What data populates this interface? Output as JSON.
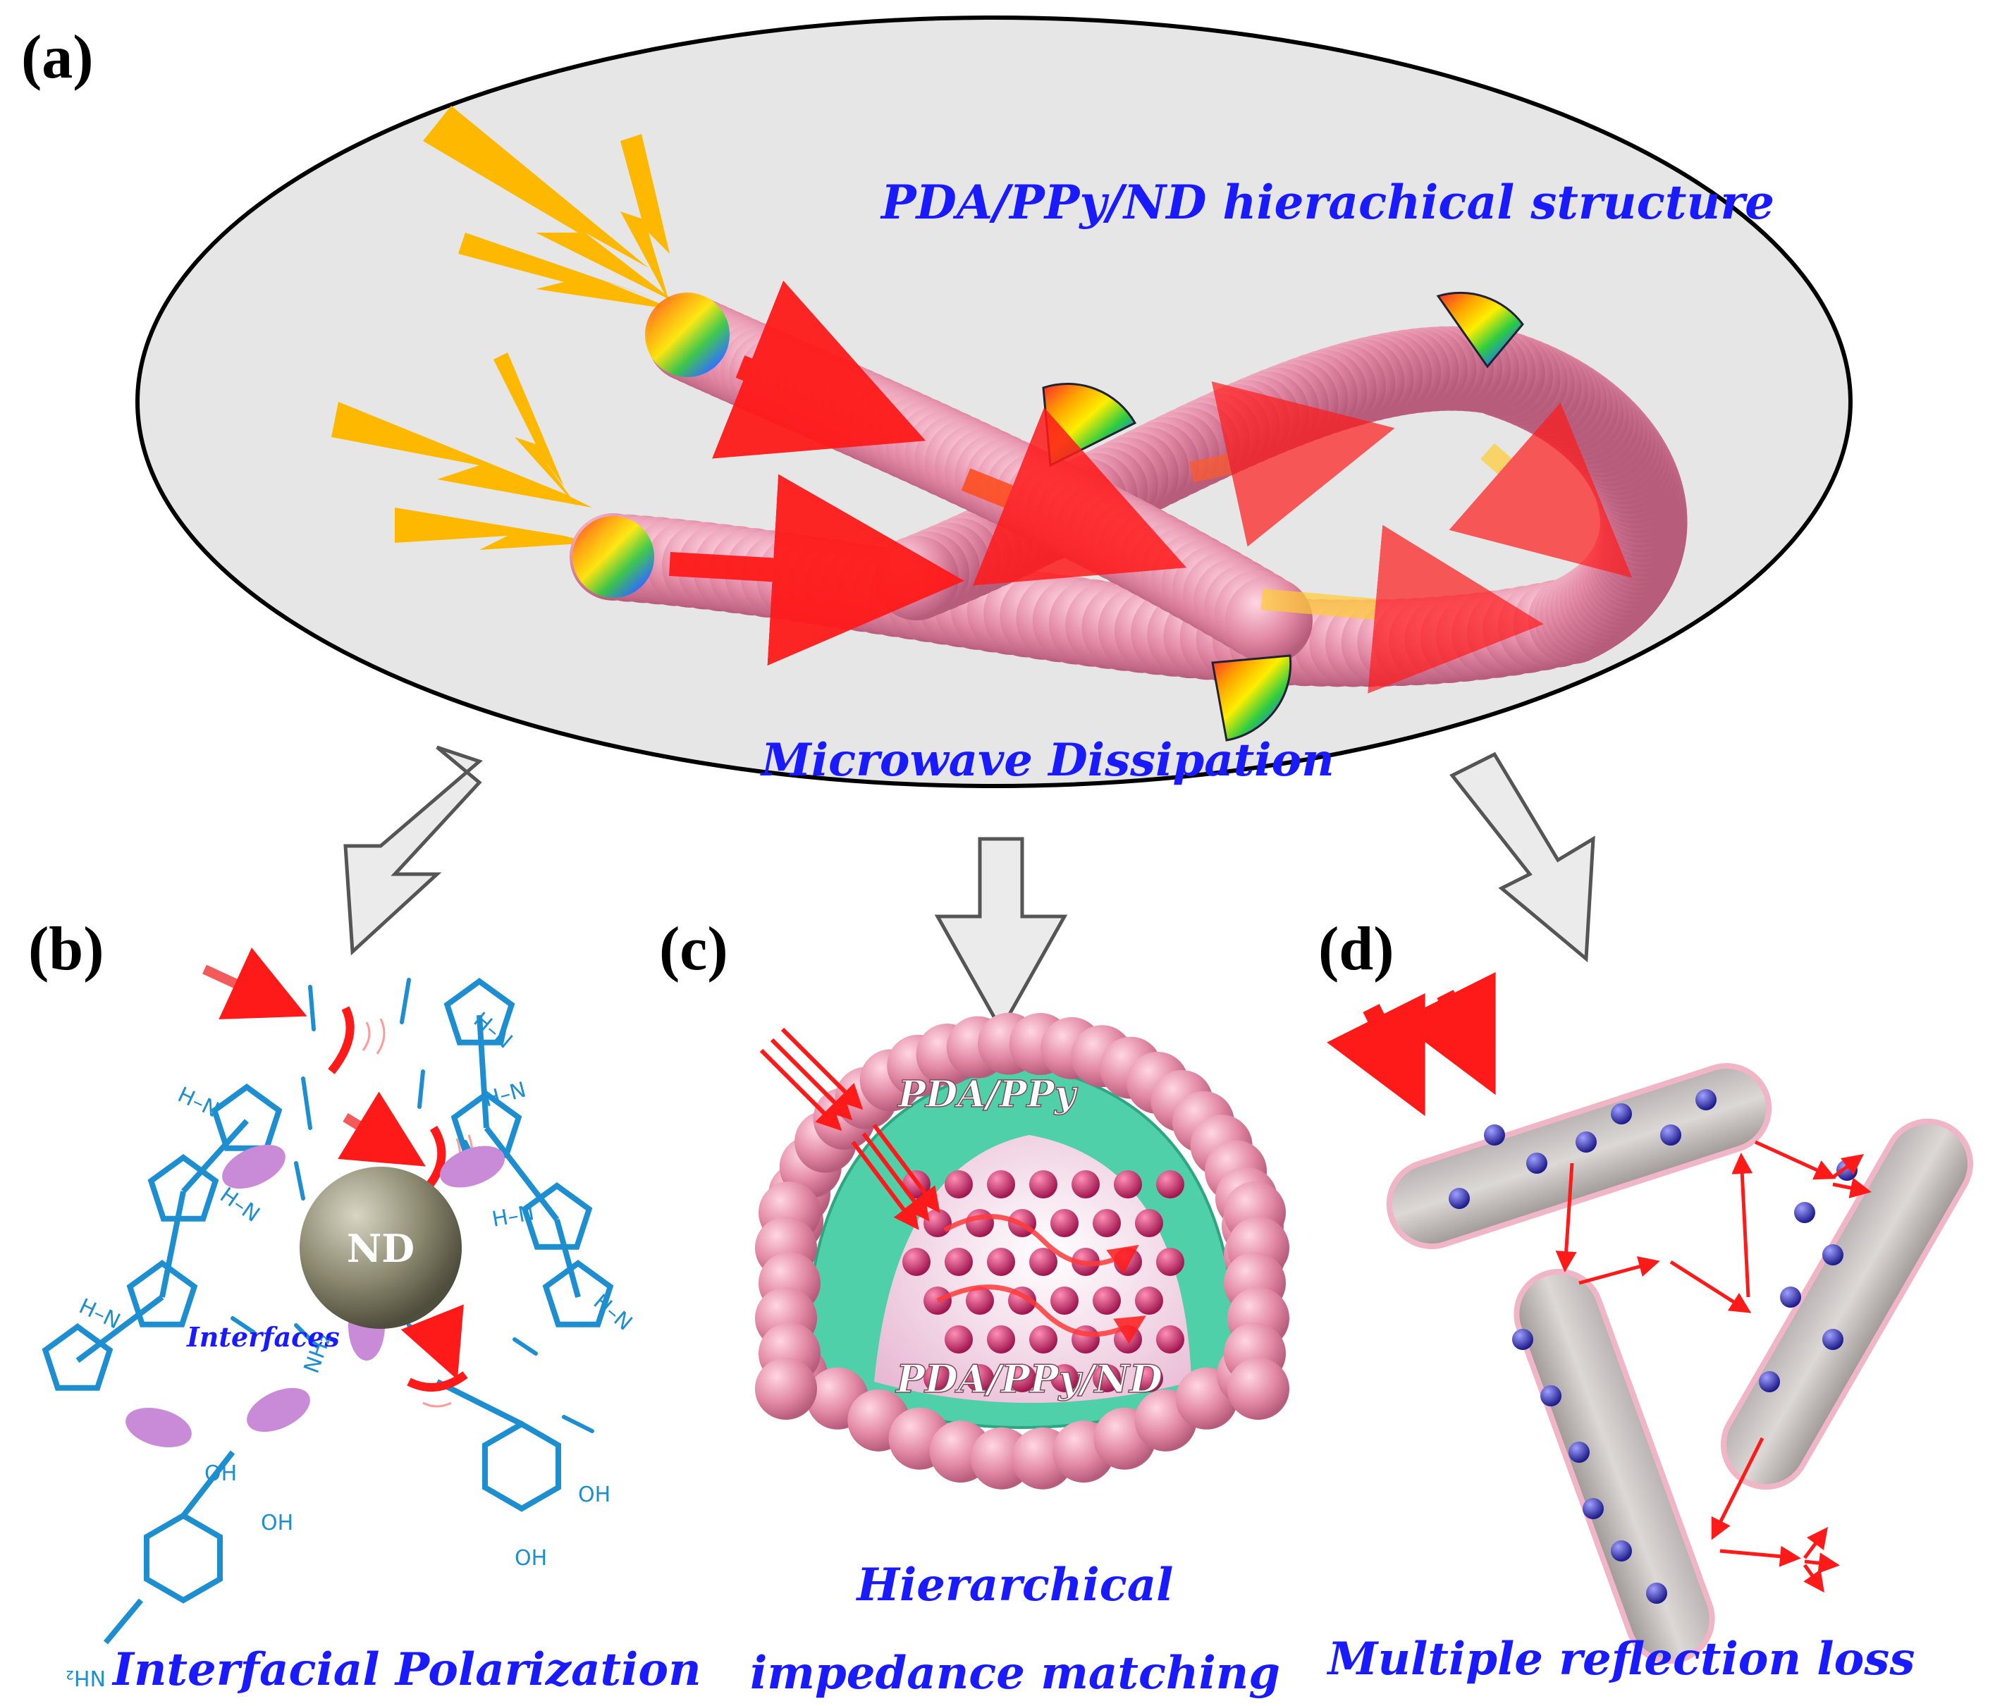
{
  "panels": {
    "a": {
      "label": "(a)",
      "title": "PDA/PPy/ND hierachical structure",
      "caption": "Microwave Dissipation"
    },
    "b": {
      "label": "(b)",
      "caption": "Interfacial Polarization",
      "nd_label": "ND",
      "interfaces_label": "Interfaces",
      "groups": {
        "oh": "OH",
        "nh2": "NH₂",
        "nh": "H–N"
      }
    },
    "c": {
      "label": "(c)",
      "outer_label": "PDA/PPy",
      "inner_label": "PDA/PPy/ND",
      "caption_line1": "Hierarchical",
      "caption_line2": "impedance matching"
    },
    "d": {
      "label": "(d)",
      "caption": "Multiple reflection loss"
    }
  },
  "colors": {
    "title_blue": "#1a1aff",
    "chain_pink": "#e89ab0",
    "ellipse_fill": "#e6e6e6",
    "bolt_yellow": "#ffb800",
    "arrow_red": "#ff1a1a",
    "chem_blue": "#1d8fd0",
    "shell_green": "#4fd0a8",
    "rod_gray": "#c9c4c2",
    "dot_blue": "#3a35c8"
  }
}
